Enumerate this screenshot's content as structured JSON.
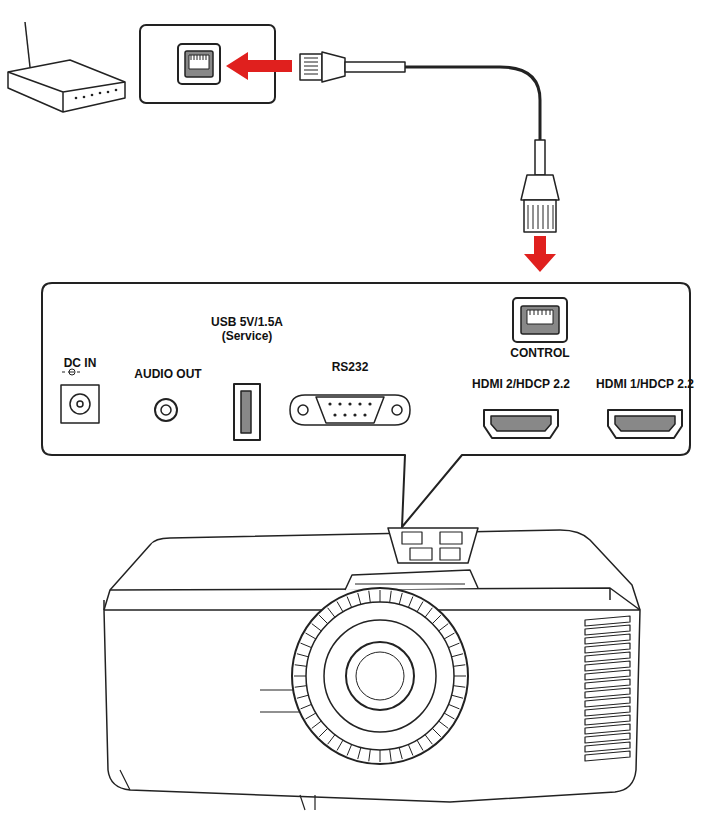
{
  "diagram": {
    "labels": [
      "DC IN",
      "AUDIO OUT",
      "USB 5V/1.5A (Service)",
      "RS232",
      "CONTROL",
      "HDMI 2/HDCP 2.2",
      "HDMI 1/HDCP 2.2"
    ]
  }
}
